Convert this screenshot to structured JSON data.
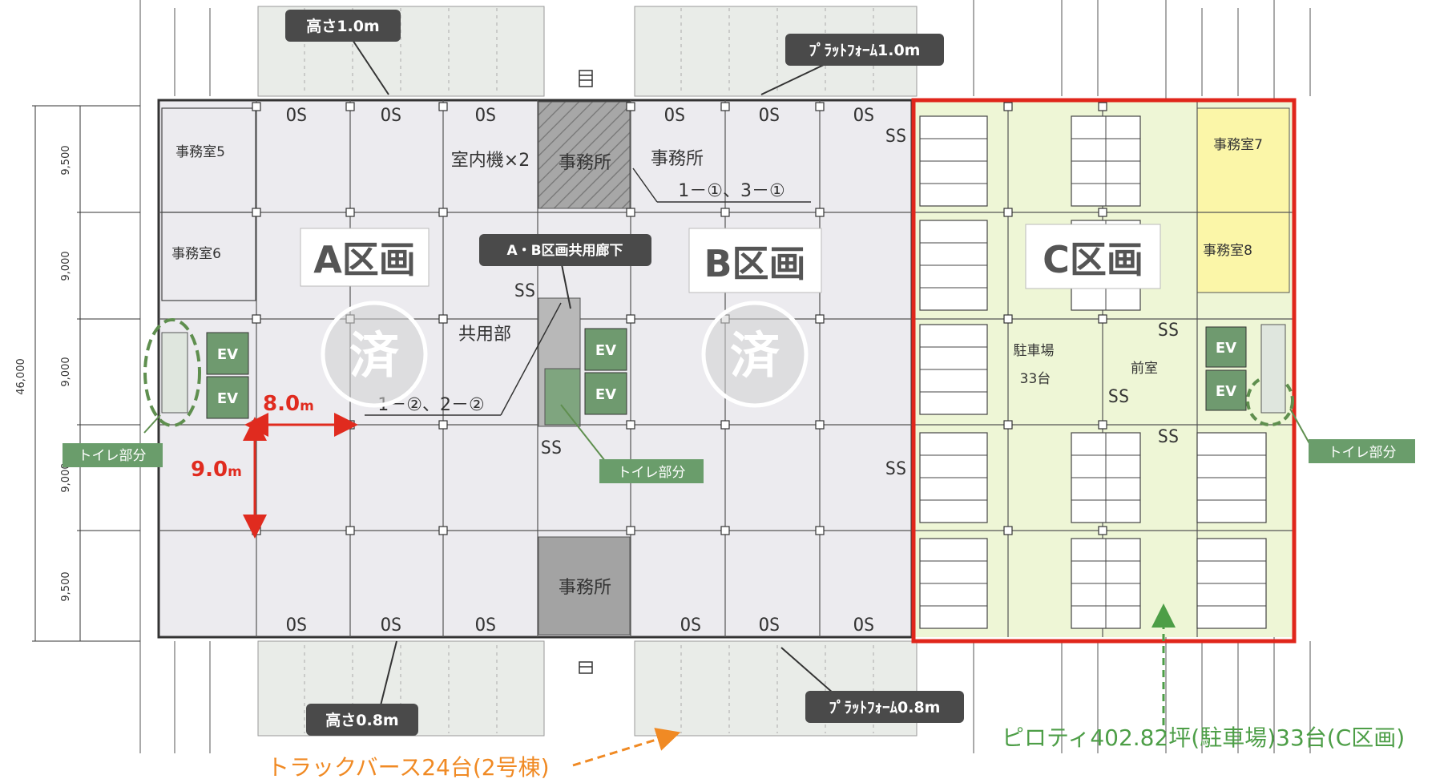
{
  "dimensions": {
    "total": "46,000",
    "rows": [
      "9,500",
      "9,000",
      "9,000",
      "9,000",
      "9,500"
    ]
  },
  "top_callouts": {
    "height_top": "高さ1.0m",
    "platform_top": "ﾌﾟﾗｯﾄﾌｫｰﾑ1.0m"
  },
  "bottom_callouts": {
    "height_bottom": "高さ0.8m",
    "platform_bottom": "ﾌﾟﾗｯﾄﾌｫｰﾑ0.8m"
  },
  "zones": {
    "a": "A区画",
    "b": "B区画",
    "c": "C区画",
    "done_mark": "済"
  },
  "corridor_callout": "A・B区画共用廊下",
  "rooms": {
    "office5": "事務室5",
    "office6": "事務室6",
    "office7": "事務室7",
    "office8": "事務室8",
    "office_top": "事務所",
    "office_bottom": "事務所",
    "office_label_b": "事務所",
    "indoor_units": "室内機×2",
    "unit_refs_top": "1－①、3－①",
    "common": "共用部",
    "unit_refs_mid": "1－②、2－②",
    "parking": "駐車場",
    "parking_count": "33台",
    "lobby": "前室"
  },
  "os_label": "OS",
  "ss_label": "SS",
  "ev_label": "EV",
  "toilet_label": "トイレ部分",
  "span": {
    "horizontal": "8.0",
    "vertical": "9.0",
    "unit": "m"
  },
  "truck_berth": "トラックバース24台(2号棟)",
  "piloti": "ピロティ402.82坪(駐車場)33台(C区画)",
  "colors": {
    "zone_c_border": "#e0261b",
    "zone_c_fill": "#eef6d6",
    "office_yellow": "#fbf6a8",
    "callout_bg": "#4a4a4a",
    "toilet_green": "#6a9d6b",
    "dimension_red": "#e02b1f",
    "truck_orange": "#f08a24",
    "piloti_green": "#4d9e47"
  }
}
